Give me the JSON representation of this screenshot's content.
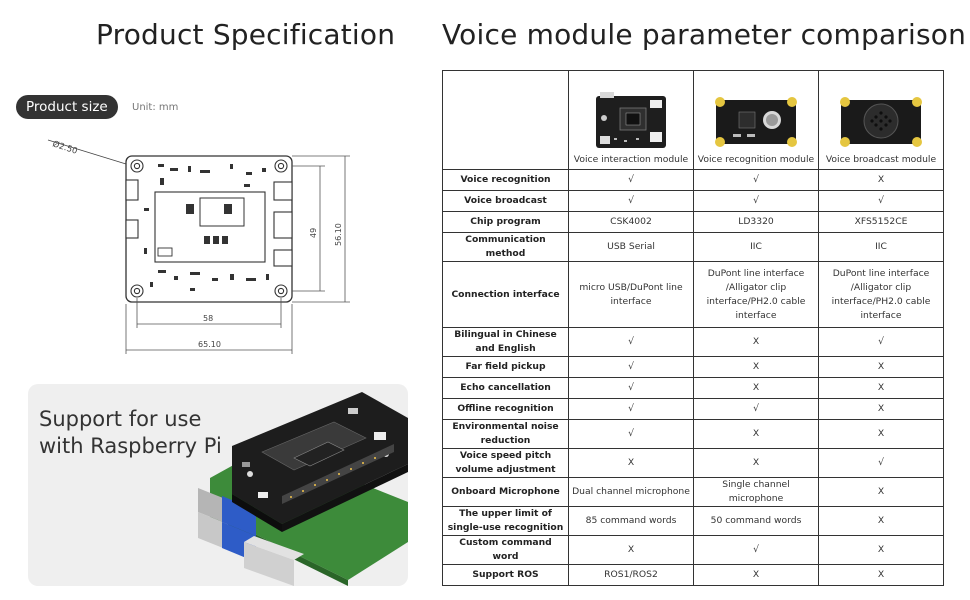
{
  "left": {
    "title": "Product Specification",
    "size_badge": "Product size",
    "unit": "Unit: mm",
    "dimensions": {
      "hole": "Ø2.50",
      "inner_height": "49",
      "outer_height": "56.10",
      "inner_width": "58",
      "outer_width": "65.10"
    },
    "raspberry_card": {
      "line1": "Support for use",
      "line2": "with Raspberry Pi"
    }
  },
  "right": {
    "title": "Voice module parameter comparison",
    "modules": [
      {
        "name": "Voice interaction module"
      },
      {
        "name": "Voice recognition module"
      },
      {
        "name": "Voice broadcast module"
      }
    ],
    "rows": [
      {
        "label": "Voice recognition",
        "cells": [
          "√",
          "√",
          "X"
        ]
      },
      {
        "label": "Voice broadcast",
        "cells": [
          "√",
          "√",
          "√"
        ]
      },
      {
        "label": "Chip program",
        "cells": [
          "CSK4002",
          "LD3320",
          "XFS5152CE"
        ]
      },
      {
        "label": "Communication method",
        "cells": [
          "USB Serial",
          "IIC",
          "IIC"
        ]
      },
      {
        "label": "Connection interface",
        "cells": [
          "micro USB/DuPont line interface",
          "DuPont line interface /Alligator clip interface/PH2.0 cable interface",
          "DuPont line interface /Alligator clip interface/PH2.0 cable interface"
        ]
      },
      {
        "label": "Bilingual in Chinese and English",
        "cells": [
          "√",
          "X",
          "√"
        ]
      },
      {
        "label": "Far field pickup",
        "cells": [
          "√",
          "X",
          "X"
        ]
      },
      {
        "label": "Echo cancellation",
        "cells": [
          "√",
          "X",
          "X"
        ]
      },
      {
        "label": "Offline recognition",
        "cells": [
          "√",
          "√",
          "X"
        ]
      },
      {
        "label": "Environmental noise reduction",
        "cells": [
          "√",
          "X",
          "X"
        ]
      },
      {
        "label": "Voice speed pitch volume adjustment",
        "cells": [
          "X",
          "X",
          "√"
        ]
      },
      {
        "label": "Onboard Microphone",
        "cells": [
          "Dual channel microphone",
          "Single channel microphone",
          "X"
        ]
      },
      {
        "label": "The upper limit of single-use recognition",
        "cells": [
          "85 command words",
          "50 command words",
          "X"
        ]
      },
      {
        "label": "Custom command word",
        "cells": [
          "X",
          "√",
          "X"
        ]
      },
      {
        "label": "Support ROS",
        "cells": [
          "ROS1/ROS2",
          "X",
          "X"
        ]
      }
    ]
  }
}
